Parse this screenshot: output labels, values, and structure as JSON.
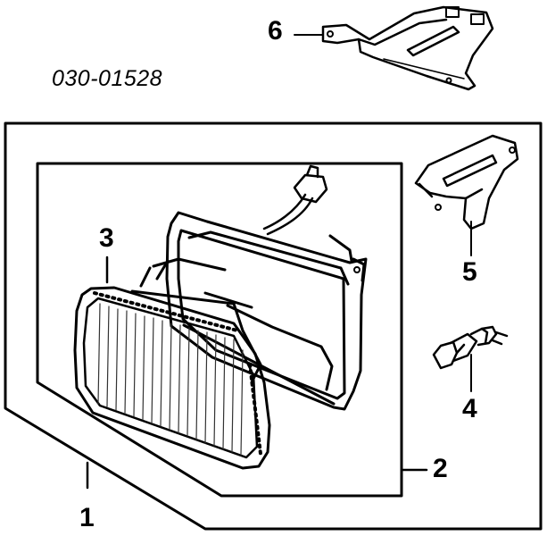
{
  "diagram": {
    "part_code": "030-01528",
    "callouts": {
      "c1": "1",
      "c2": "2",
      "c3": "3",
      "c4": "4",
      "c5": "5",
      "c6": "6"
    }
  }
}
